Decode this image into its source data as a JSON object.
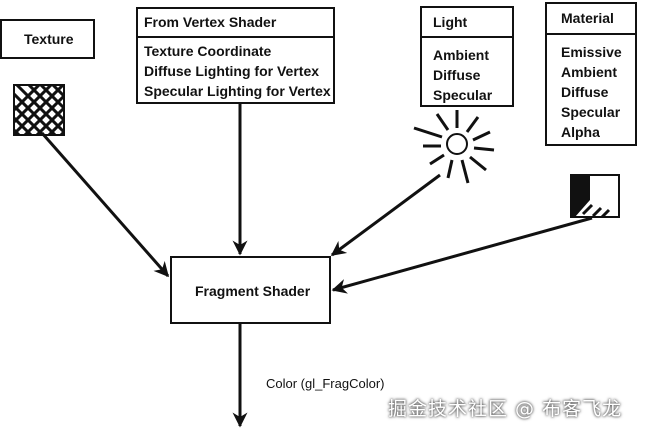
{
  "texture": {
    "title": "Texture"
  },
  "vertex_shader": {
    "title": "From Vertex Shader",
    "items": [
      "Texture Coordinate",
      "Diffuse Lighting for Vertex",
      "Specular Lighting for Vertex"
    ]
  },
  "light": {
    "title": "Light",
    "items": [
      "Ambient",
      "Diffuse",
      "Specular"
    ]
  },
  "material": {
    "title": "Material",
    "items": [
      "Emissive",
      "Ambient",
      "Diffuse",
      "Specular",
      "Alpha"
    ]
  },
  "fragment_shader": {
    "title": "Fragment Shader"
  },
  "output": {
    "label": "Color (gl_FragColor)"
  },
  "watermark": {
    "text": "掘金技术社区 @ 布客飞龙"
  }
}
